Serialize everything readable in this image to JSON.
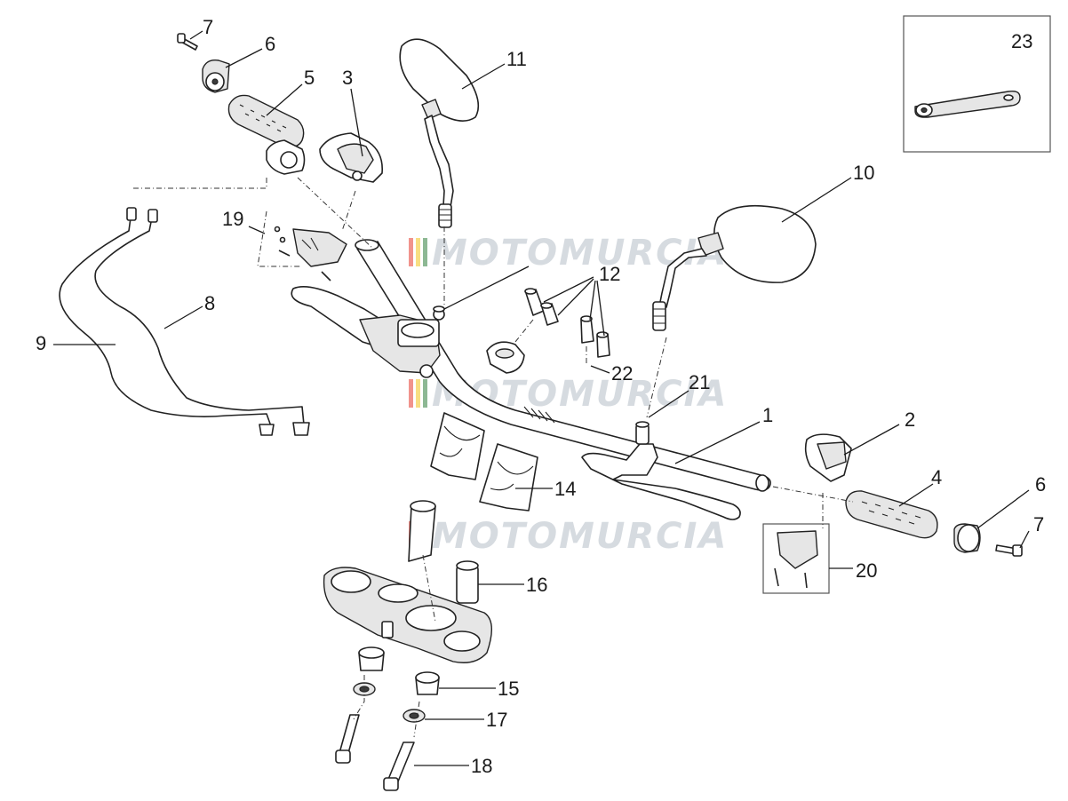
{
  "watermark": {
    "text": "MOTOMURCIA",
    "stripe_colors": [
      "#e63a2e",
      "#f2c21b",
      "#2f7d3a"
    ]
  },
  "callouts": {
    "c1": "1",
    "c2": "2",
    "c3": "3",
    "c4": "4",
    "c5": "5",
    "c6a": "6",
    "c6b": "6",
    "c7a": "7",
    "c7b": "7",
    "c8": "8",
    "c9": "9",
    "c10": "10",
    "c11": "11",
    "c12": "12",
    "c14": "14",
    "c15": "15",
    "c16": "16",
    "c17": "17",
    "c18": "18",
    "c19": "19",
    "c20": "20",
    "c21": "21",
    "c22": "22",
    "c23": "23"
  }
}
